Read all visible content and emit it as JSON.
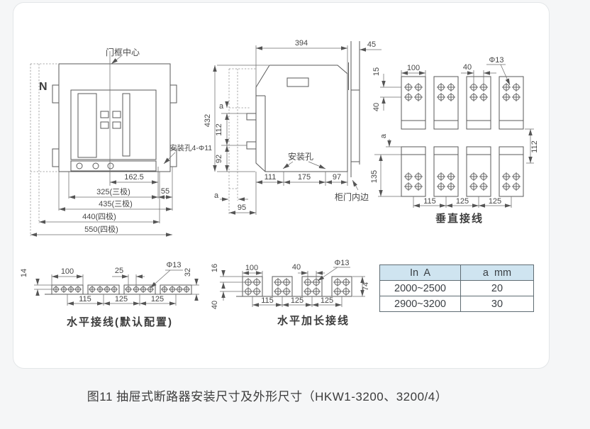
{
  "page": {
    "caption": "图11 抽屉式断路器安装尺寸及外形尺寸（HKW1-3200、3200/4）"
  },
  "front_view": {
    "door_frame_center": "门框中心",
    "neutral_pole": "N",
    "mounting_holes": "安装孔4-Φ11",
    "dims": {
      "center_to_hole": "162.5",
      "three_pole_holes": "325(三极)",
      "side_offset": "55",
      "three_pole_width": "435(三极)",
      "four_pole_holes": "440(四极)",
      "four_pole_width": "550(四极)"
    }
  },
  "side_view": {
    "mounting_hole": "安装孔",
    "door_inner_edge": "柜门内边",
    "dims": {
      "depth": "394",
      "door_gap": "45",
      "height": "432",
      "a_top": "a",
      "d112": "112",
      "d92": "92",
      "d111": "111",
      "d175": "175",
      "d97": "97",
      "a_bottom": "a",
      "d95": "95"
    }
  },
  "vertical_connection": {
    "title": "垂直接线",
    "dims": {
      "bar_width": "100",
      "hole_span": "40",
      "hole_dia": "Φ13",
      "d15": "15",
      "d40": "40",
      "a": "a",
      "d135": "135",
      "d112": "112",
      "pitch1": "115",
      "pitch2": "125",
      "pitch3": "125"
    }
  },
  "horizontal_connection": {
    "title": "水平接线(默认配置)",
    "dims": {
      "d14": "14",
      "bar_width": "100",
      "hole_pitch": "25",
      "hole_dia": "Φ13",
      "bar_height": "32",
      "pitch1": "115",
      "pitch2": "125",
      "pitch3": "125"
    }
  },
  "horizontal_extended_connection": {
    "title": "水平加长接线",
    "dims": {
      "d16": "16",
      "bar_width": "100",
      "hole_span": "40",
      "hole_dia": "Φ13",
      "d74": "74",
      "d40_left": "40",
      "pitch1": "115",
      "pitch2": "125",
      "pitch3": "125"
    }
  },
  "spec_table": {
    "headers": [
      "In  A",
      "a  mm"
    ],
    "rows": [
      [
        "2000~2500",
        "20"
      ],
      [
        "2900~3200",
        "30"
      ]
    ],
    "header_bg": "#cfe4f0"
  },
  "colors": {
    "line": "#5a5a5a",
    "text": "#474747",
    "table_header_bg": "#cfe4f0"
  }
}
